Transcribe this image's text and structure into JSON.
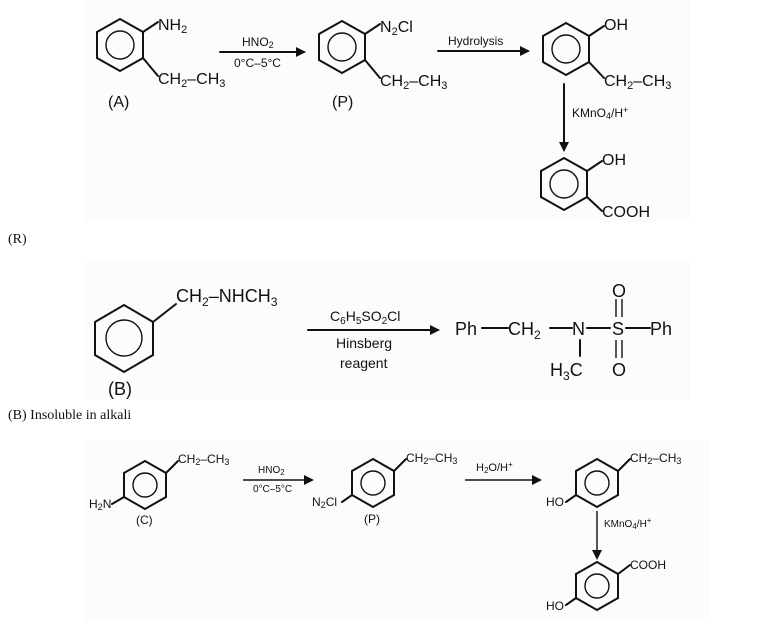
{
  "reaction1": {
    "compound_A": {
      "label": "(A)",
      "substituent_top": "NH",
      "substituent_top_sub": "2",
      "substituent_bottom": "CH",
      "substituent_bottom_sub": "2",
      "substituent_bottom_tail": "–CH",
      "substituent_bottom_tail_sub": "3"
    },
    "arrow1": {
      "above": "HNO",
      "above_sub": "2",
      "below": "0°C–5°C"
    },
    "compound_P": {
      "label": "(P)",
      "substituent_top": "N",
      "substituent_top_sub": "2",
      "substituent_top_tail": "Cl",
      "substituent_bottom": "CH",
      "substituent_bottom_sub": "2",
      "substituent_bottom_tail": "–CH",
      "substituent_bottom_tail_sub": "3"
    },
    "arrow2": {
      "above": "Hydrolysis"
    },
    "phenol": {
      "substituent_top": "OH",
      "substituent_bottom": "CH",
      "substituent_bottom_sub": "2",
      "substituent_bottom_tail": "–CH",
      "substituent_bottom_tail_sub": "3"
    },
    "arrow3": {
      "side": "KMnO",
      "side_sub": "4",
      "side_tail": "/H",
      "side_sup": "+"
    },
    "product": {
      "substituent_top": "OH",
      "substituent_bottom": "COOH"
    }
  },
  "caption_R": "(R)",
  "reaction2": {
    "compound_B": {
      "label": "(B)",
      "substituent": "CH",
      "substituent_sub": "2",
      "substituent_tail": "–NHCH",
      "substituent_tail_sub": "3"
    },
    "arrow": {
      "above_1": "C",
      "above_1_sub": "6",
      "above_2": "H",
      "above_2_sub": "5",
      "above_3": "SO",
      "above_3_sub": "2",
      "above_4": "Cl",
      "below_line1": "Hinsberg",
      "below_line2": "reagent"
    },
    "product": {
      "ph_left": "Ph",
      "ch2": "CH",
      "ch2_sub": "2",
      "n": "N",
      "s": "S",
      "ph_right": "Ph",
      "o_top": "O",
      "o_bottom": "O",
      "methyl": "H",
      "methyl_sub": "3",
      "methyl_tail": "C"
    }
  },
  "caption_B": "(B) Insoluble in alkali",
  "reaction3": {
    "compound_C": {
      "label": "(C)",
      "substituent_top": "CH",
      "substituent_top_sub": "2",
      "substituent_top_tail": "–CH",
      "substituent_top_tail_sub": "3",
      "substituent_bottom": "H",
      "substituent_bottom_sub": "2",
      "substituent_bottom_tail": "N"
    },
    "arrow1": {
      "above": "HNO",
      "above_sub": "2",
      "below": "0°C–5°C"
    },
    "compound_P": {
      "label": "(P)",
      "substituent_top": "CH",
      "substituent_top_sub": "2",
      "substituent_top_tail": "–CH",
      "substituent_top_tail_sub": "3",
      "substituent_bottom": "N",
      "substituent_bottom_sub": "2",
      "substituent_bottom_tail": "Cl"
    },
    "arrow2": {
      "above": "H",
      "above_sub": "2",
      "above_tail": "O/H",
      "above_sup": "+"
    },
    "phenol": {
      "substituent_top": "CH",
      "substituent_top_sub": "2",
      "substituent_top_tail": "–CH",
      "substituent_top_tail_sub": "3",
      "substituent_bottom": "HO"
    },
    "arrow3": {
      "side": "KMnO",
      "side_sub": "4",
      "side_tail": "/H",
      "side_sup": "+"
    },
    "product": {
      "substituent_top": "COOH",
      "substituent_bottom": "HO"
    }
  }
}
